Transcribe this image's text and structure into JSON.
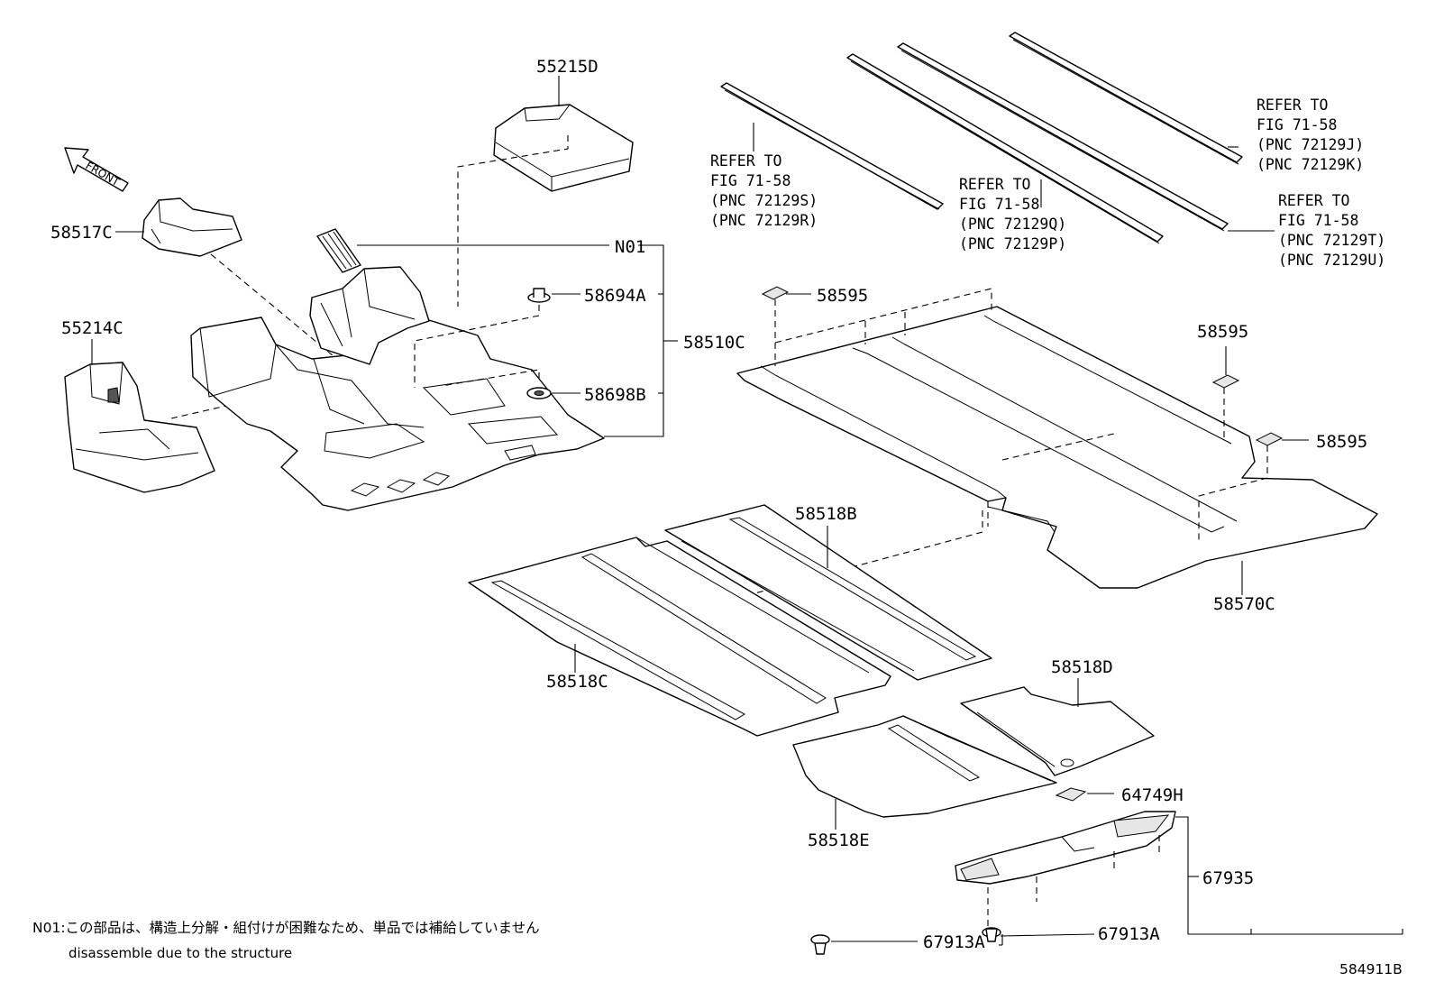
{
  "front_indicator": "FRONT",
  "labels": {
    "p55215D": "55215D",
    "p58517C": "58517C",
    "pN01": "N01",
    "p58694A": "58694A",
    "p58510C": "58510C",
    "p55214C": "55214C",
    "p58698B": "58698B",
    "p58595_a": "58595",
    "p58595_b": "58595",
    "p58595_c": "58595",
    "p58518B": "58518B",
    "p58518C": "58518C",
    "p58570C": "58570C",
    "p58518D": "58518D",
    "p64749H": "64749H",
    "p58518E": "58518E",
    "p67935": "67935",
    "p67913A_a": "67913A",
    "p67913A_b": "67913A"
  },
  "references": [
    [
      "REFER TO",
      "FIG 71-58",
      "(PNC 72129S)",
      "(PNC 72129R)"
    ],
    [
      "REFER TO",
      "FIG 71-58",
      "(PNC 72129Q)",
      "(PNC 72129P)"
    ],
    [
      "REFER TO",
      "FIG 71-58",
      "(PNC 72129J)",
      "(PNC 72129K)"
    ],
    [
      "REFER TO",
      "FIG 71-58",
      "(PNC 72129T)",
      "(PNC 72129U)"
    ]
  ],
  "note": {
    "line1": "N01:この部品は、構造上分解・組付けが困難なため、単品では補給していません",
    "line2": "disassemble due to the structure"
  },
  "figure_id": "584911B",
  "colors": {
    "ink": "#000000",
    "paper": "#ffffff"
  }
}
